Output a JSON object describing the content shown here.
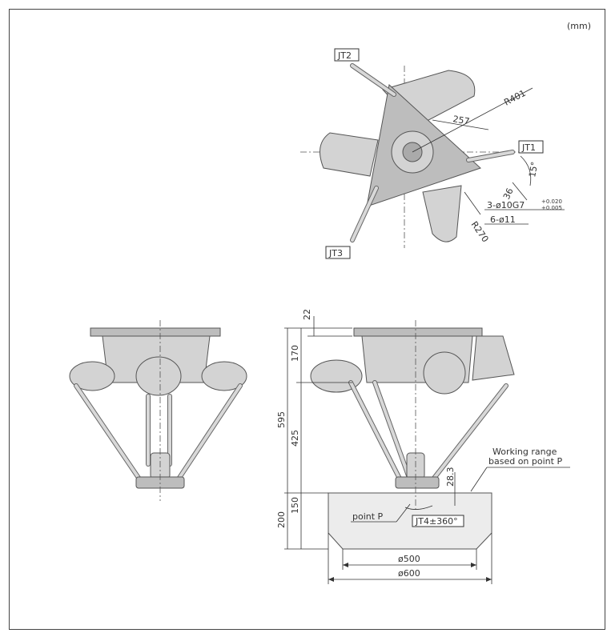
{
  "unit": "(mm)",
  "top_view": {
    "axes": [
      "JT1",
      "JT2",
      "JT3"
    ],
    "dims": {
      "r401": "R401",
      "d257": "257",
      "r270": "R270",
      "d36": "36",
      "a15": "15°",
      "hole_g7": "3-ø10G7",
      "tol_upper": "+0.020",
      "tol_lower": "+0.005",
      "hole_11": "6-ø11"
    }
  },
  "side_view": {
    "dims": {
      "d22": "22",
      "d170": "170",
      "d595": "595",
      "d425": "425",
      "d150": "150",
      "d200": "200",
      "d28_3": "28.3",
      "d500": "ø500",
      "d600": "ø600"
    },
    "point_label": "point P",
    "jt4_label": "JT4±360°",
    "working_range": [
      "Working range",
      "based on point P"
    ]
  }
}
